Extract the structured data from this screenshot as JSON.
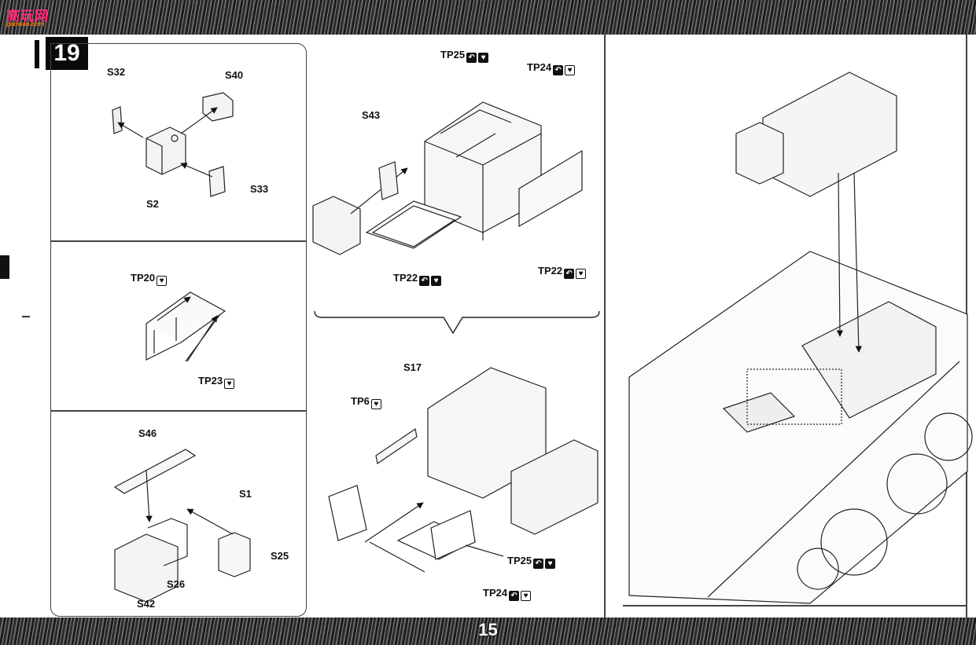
{
  "watermark": {
    "main": "高玩网",
    "url": "gaowan.com"
  },
  "step": "19",
  "page_number": "15",
  "icons": {
    "bend": "bend-icon",
    "glue": "glue-icon"
  },
  "labels": {
    "s32": "S32",
    "s40": "S40",
    "s2": "S2",
    "s33": "S33",
    "tp20": "TP20",
    "tp23": "TP23",
    "s46": "S46",
    "s1": "S1",
    "s25": "S25",
    "s26": "S26",
    "s42": "S42",
    "tp25_top": "TP25",
    "tp24_top": "TP24",
    "s43": "S43",
    "tp22_left": "TP22",
    "tp22_right": "TP22",
    "s17": "S17",
    "tp6": "TP6",
    "tp25_bottom": "TP25",
    "tp24_bottom": "TP24"
  }
}
